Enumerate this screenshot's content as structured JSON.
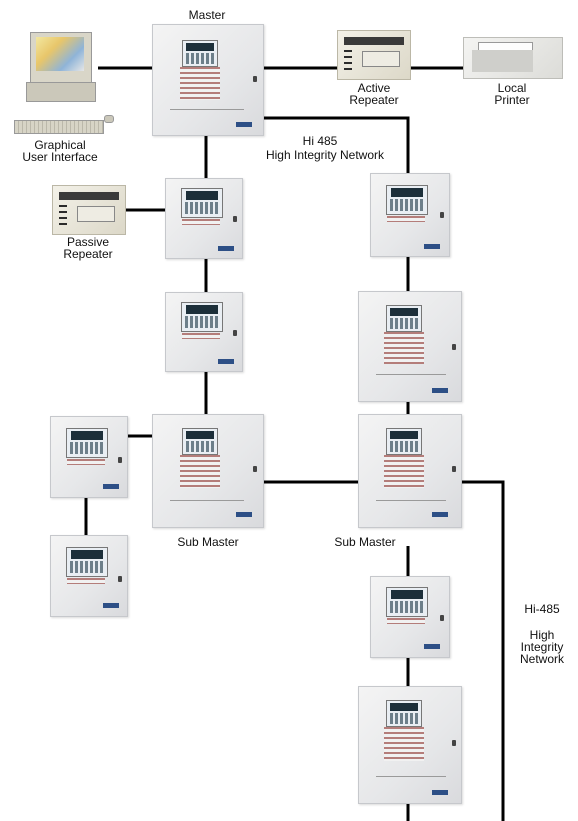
{
  "labels": {
    "master": "Master",
    "active_repeater_1": "Active",
    "active_repeater_2": "Repeater",
    "local_printer_1": "Local",
    "local_printer_2": "Printer",
    "gui_1": "Graphical",
    "gui_2": "User Interface",
    "hi485_1": "Hi 485",
    "hi485_2": "High Integrity Network",
    "passive_repeater_1": "Passive",
    "passive_repeater_2": "Repeater",
    "sub_master_left": "Sub Master",
    "sub_master_right": "Sub Master",
    "hi485_right_1": "Hi-485",
    "hi485_right_2": "High",
    "hi485_right_3": "Integrity",
    "hi485_right_4": "Network"
  },
  "colors": {
    "link": "#000000",
    "panel": "#e6e7e9",
    "badge": "#2d4f86"
  },
  "icons": {
    "panel": "fire-panel-icon",
    "repeater": "repeater-icon",
    "printer": "printer-icon",
    "computer": "computer-icon"
  }
}
